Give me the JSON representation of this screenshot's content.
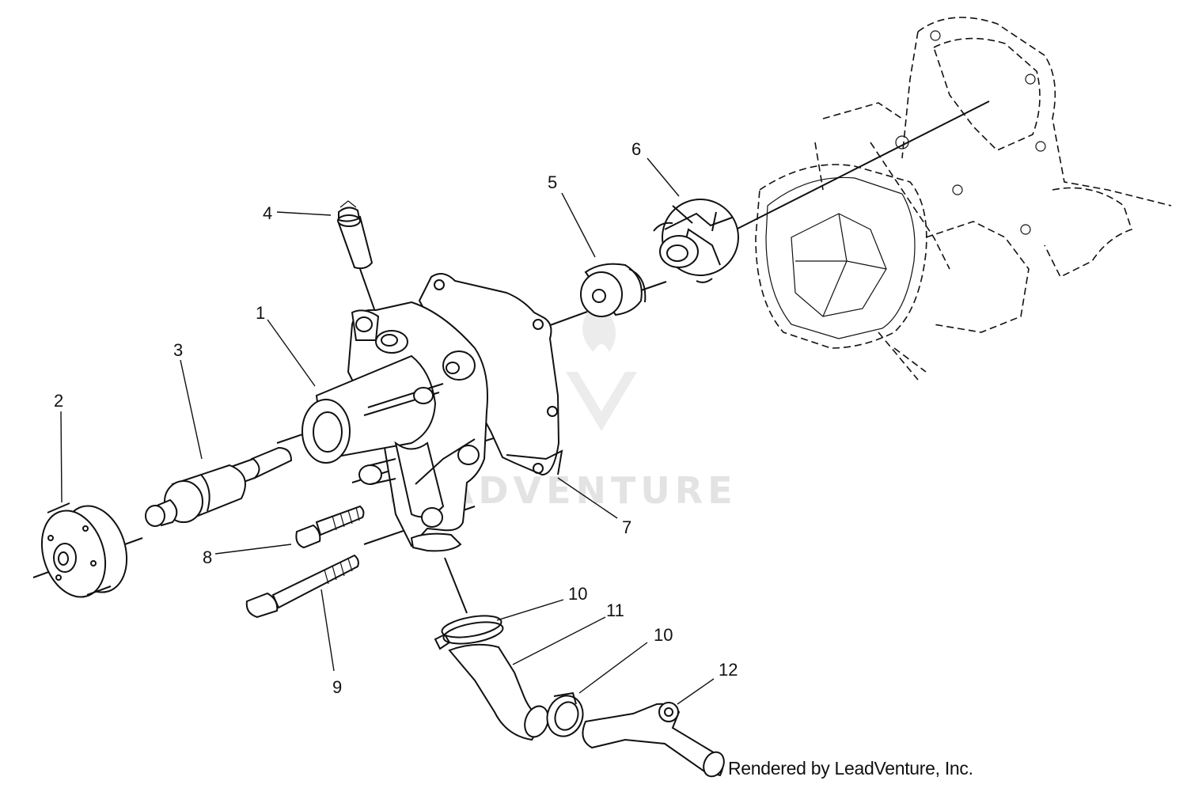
{
  "diagram": {
    "callouts": [
      {
        "id": "c1",
        "label": "1"
      },
      {
        "id": "c2",
        "label": "2"
      },
      {
        "id": "c3",
        "label": "3"
      },
      {
        "id": "c4",
        "label": "4"
      },
      {
        "id": "c5",
        "label": "5"
      },
      {
        "id": "c6",
        "label": "6"
      },
      {
        "id": "c7",
        "label": "7"
      },
      {
        "id": "c8",
        "label": "8"
      },
      {
        "id": "c9",
        "label": "9"
      },
      {
        "id": "c10a",
        "label": "10"
      },
      {
        "id": "c11",
        "label": "11"
      },
      {
        "id": "c10b",
        "label": "10"
      },
      {
        "id": "c12",
        "label": "12"
      }
    ],
    "watermark": "LEADVENTURE",
    "credit": "Rendered by LeadVenture, Inc."
  }
}
